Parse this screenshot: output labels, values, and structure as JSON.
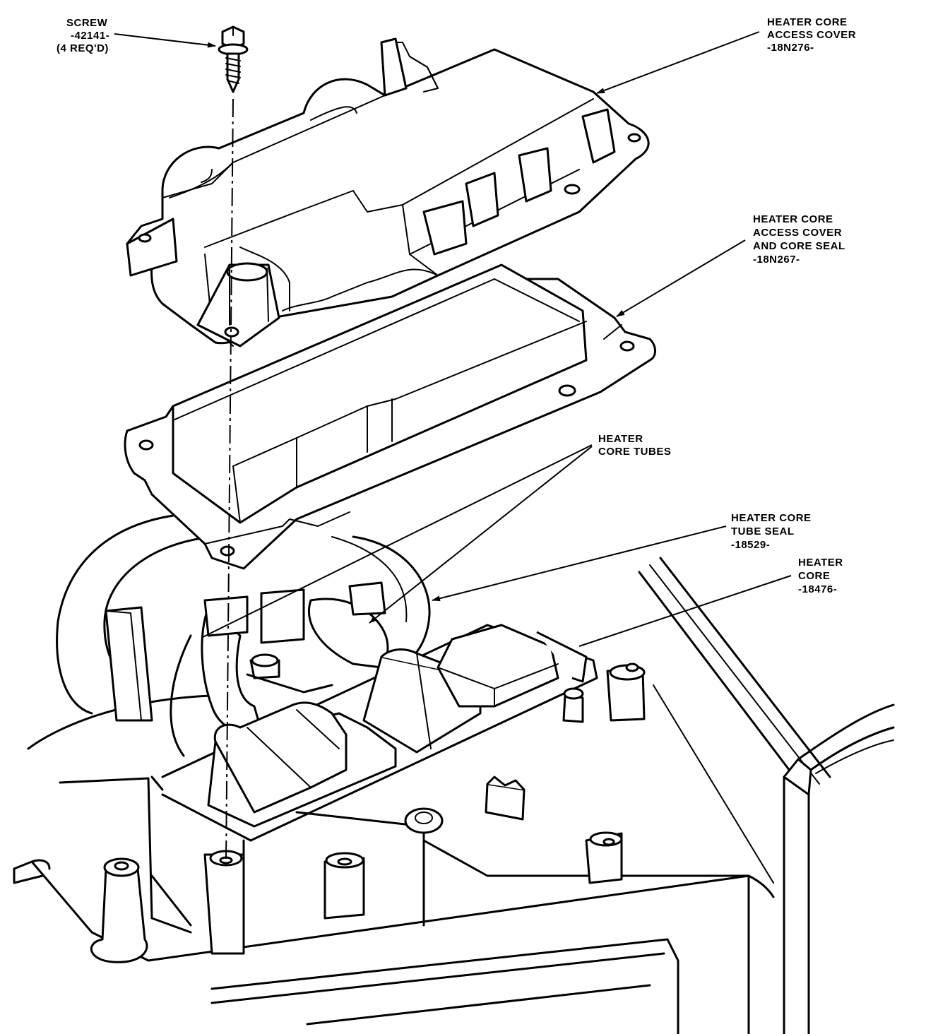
{
  "labels": {
    "screw": [
      "SCREW",
      "-42141-",
      "(4 REQ'D)"
    ],
    "access_cover": [
      "HEATER CORE",
      "ACCESS COVER",
      "-18N276-"
    ],
    "cover_seal": [
      "HEATER CORE",
      "ACCESS COVER",
      "AND CORE SEAL",
      "-18N267-"
    ],
    "core_tubes": [
      "HEATER",
      "CORE TUBES"
    ],
    "tube_seal": [
      "HEATER CORE",
      "TUBE SEAL",
      "-18529-"
    ],
    "heater_core": [
      "HEATER",
      "CORE",
      "-18476-"
    ]
  }
}
